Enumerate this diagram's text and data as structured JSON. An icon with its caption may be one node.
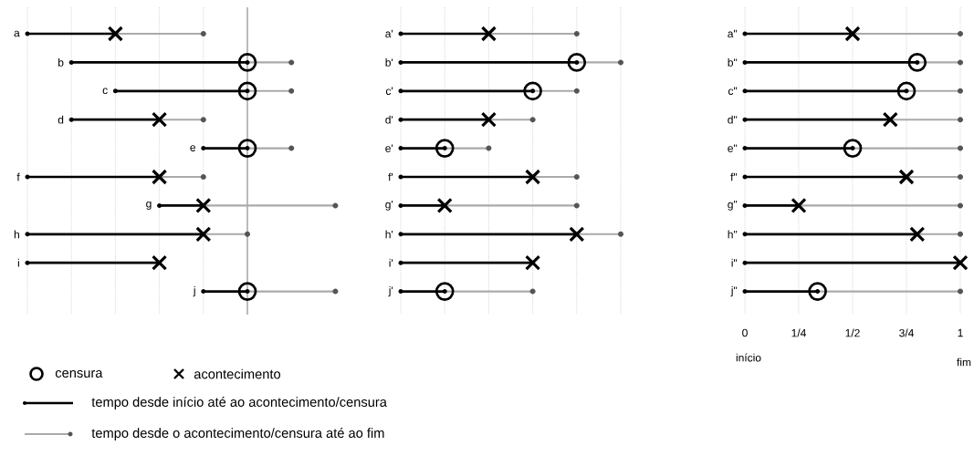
{
  "diagram": {
    "labels": [
      "a",
      "b",
      "c",
      "d",
      "e",
      "f",
      "g",
      "h",
      "i",
      "j",
      "a'",
      "b'",
      "c'",
      "d'",
      "e'",
      "f'",
      "g'",
      "h'",
      "i'",
      "j'",
      "a\"",
      "b\"",
      "c\"",
      "d\"",
      "e\"",
      "f\"",
      "g\"",
      "h\"",
      "i\"",
      "j\"",
      "0",
      "1/4",
      "1/2",
      "3/4",
      "1",
      "início",
      "fim"
    ],
    "legend": [
      {
        "text": "censura"
      },
      {
        "text": "acontecimento"
      },
      {
        "text": "tempo desde início até ao acontecimento/censura"
      },
      {
        "text": "tempo desde o acontecimento/censura até ao fim"
      }
    ]
  }
}
